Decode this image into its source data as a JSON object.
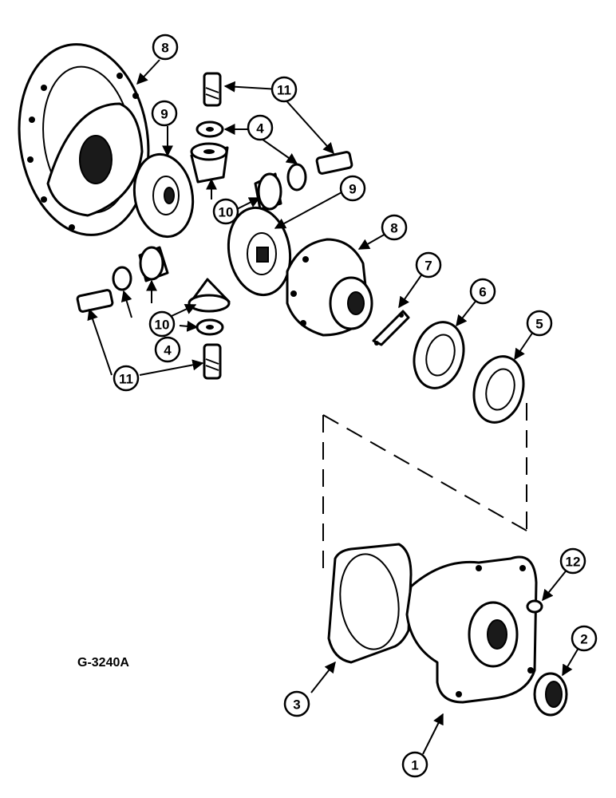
{
  "figure_id": "G-3240A",
  "callouts": {
    "c1": "1",
    "c2": "2",
    "c3": "3",
    "c4a": "4",
    "c4b": "4",
    "c5": "5",
    "c6": "6",
    "c7": "7",
    "c8a": "8",
    "c8b": "8",
    "c9a": "9",
    "c9b": "9",
    "c10a": "10",
    "c10b": "10",
    "c11a": "11",
    "c11b": "11",
    "c12": "12"
  }
}
